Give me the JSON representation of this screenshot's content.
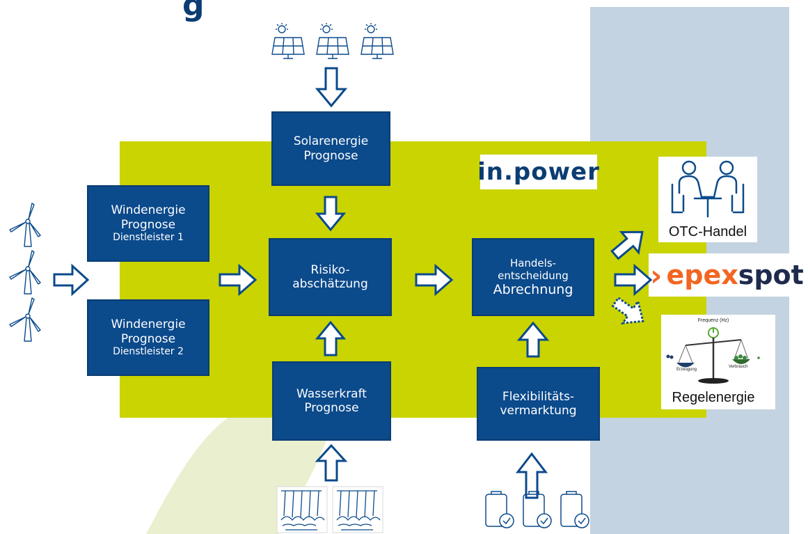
{
  "title_fragment": "g",
  "colors": {
    "box_fill": "#0b4a8b",
    "green_panel": "#c9d400",
    "right_band": "#c3d3e1",
    "curve_light": "#eaf0cf",
    "arrow_outline": "#0b4a8b",
    "epex_orange": "#f26522",
    "epex_navy": "#1e2b4d"
  },
  "boxes": {
    "solar": [
      "Solarenergie",
      "Prognose"
    ],
    "wind1": [
      "Windenergie",
      "Prognose",
      "Dienstleister 1"
    ],
    "wind2": [
      "Windenergie",
      "Prognose",
      "Dienstleister 2"
    ],
    "risk": [
      "Risiko-",
      "abschätzung"
    ],
    "trade": [
      "Handels-",
      "entscheidung",
      "Abrechnung"
    ],
    "hydro": [
      "Wasserkraft",
      "Prognose"
    ],
    "flex": [
      "Flexibilitäts-",
      "vermarktung"
    ]
  },
  "logos": {
    "inpower": "in.power",
    "epex": {
      "chevron": "›",
      "part1": "epex",
      "part2": "spot"
    }
  },
  "markets": {
    "otc": "OTC-Handel",
    "regel": "Regelenergie",
    "regel_title": "Frequenz (Hz)",
    "regel_left": "Erzeugung",
    "regel_right": "Verbrauch"
  },
  "icons": {
    "solar": "solar-panel-icon",
    "wind": "wind-turbine-icon",
    "hydro": "hydro-dam-icon",
    "battery": "battery-check-icon",
    "otc": "meeting-people-icon",
    "balance": "balance-scale-icon"
  }
}
